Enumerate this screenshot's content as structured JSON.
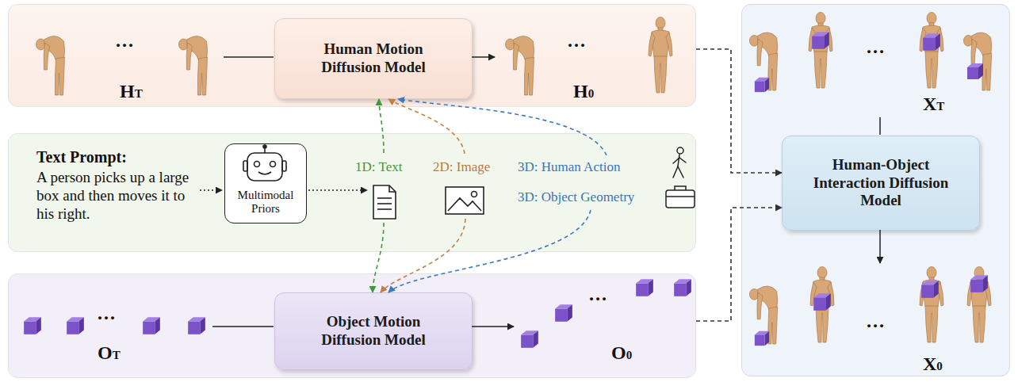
{
  "diagram": {
    "nodes": [
      {
        "text": [
          "...",
          "HT",
          "...",
          "H0"
        ]
      },
      {
        "text": [
          "Human Motion Diffusion Model"
        ],
        "in": 0
      },
      {
        "text": [
          "Text Prompt:",
          "A person picks up a large box and then moves it to his right.",
          "1D: Text",
          "2D: Image",
          "3D: Human Action",
          "3D: Object Geometry"
        ]
      },
      {
        "text": [
          "Multimodal Priors"
        ],
        "in": 2
      },
      {
        "text": [
          "...",
          "OT",
          "...",
          "O0"
        ]
      },
      {
        "text": [
          "Object Motion Diffusion Model"
        ],
        "in": 4
      },
      {
        "text": [
          "...",
          "XT",
          "...",
          "X0"
        ]
      },
      {
        "text": [
          "Human-Object Interaction Diffusion Model"
        ],
        "in": 6
      }
    ],
    "edges": [
      {
        "from": 2,
        "to": 1,
        "arrow": "to"
      },
      {
        "from": 2,
        "to": 1,
        "arrow": "to"
      },
      {
        "from": 2,
        "to": 1,
        "arrow": "to"
      },
      {
        "from": 2,
        "to": 5,
        "arrow": "to"
      },
      {
        "from": 2,
        "to": 5,
        "arrow": "to"
      },
      {
        "from": 2,
        "to": 5,
        "arrow": "to"
      },
      {
        "from": 0,
        "to": 7,
        "arrow": "to"
      },
      {
        "from": 4,
        "to": 7,
        "arrow": "to"
      }
    ]
  }
}
